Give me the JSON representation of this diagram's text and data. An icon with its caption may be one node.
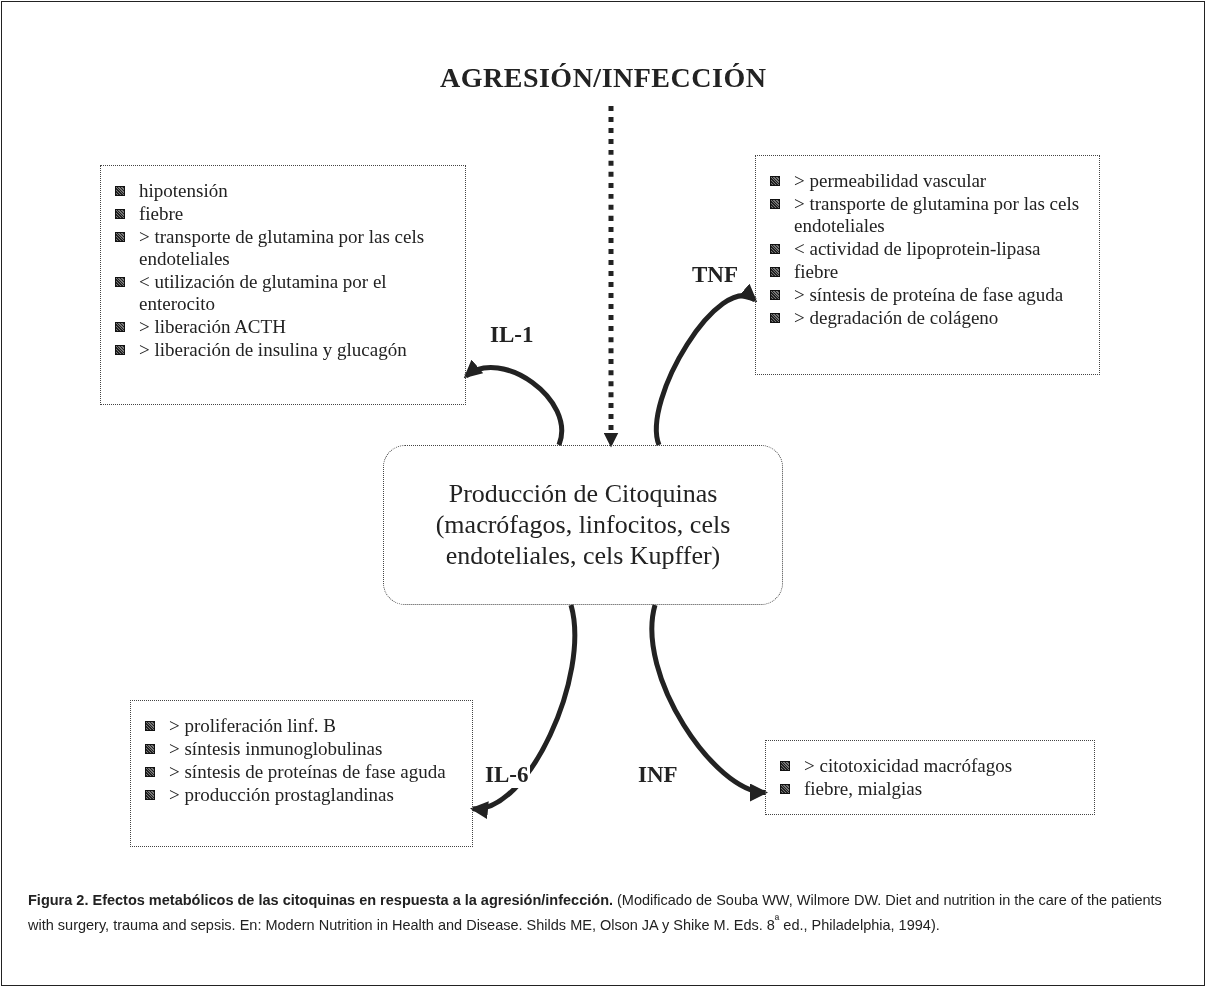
{
  "diagram": {
    "nodes": [
      {
        "text": [
          "AGRESIÓN/INFECCIÓN"
        ]
      },
      {
        "text": [
          "hipotensión",
          "fiebre",
          "> transporte de glutamina por las cels endoteliales",
          "< utilización de glutamina por el enterocito",
          "> liberación ACTH",
          "> liberación de insulina y glucagón"
        ]
      },
      {
        "text": [
          "> permeabilidad vascular",
          "> transporte de glutamina por las cels endoteliales",
          "< actividad de lipoprotein-lipasa",
          "fiebre",
          "> síntesis de proteína de fase aguda",
          "> degradación de colágeno"
        ]
      },
      {
        "text": [
          "Producción de Citoquinas",
          "(macrófagos, linfocitos, cels endoteliales, cels Kupffer)"
        ]
      },
      {
        "text": [
          "> proliferación linf. B",
          "> síntesis inmunoglobulinas",
          "> síntesis de proteínas de fase aguda",
          "> producción prostaglandinas"
        ]
      },
      {
        "text": [
          "> citotoxicidad macrófagos",
          "fiebre, mialgias"
        ]
      }
    ],
    "edges": [
      {
        "from": 0,
        "to": 3,
        "arrow": "to",
        "style": "dashed"
      },
      {
        "from": 3,
        "to": 1,
        "arrow": "to",
        "label": "IL-1"
      },
      {
        "from": 3,
        "to": 2,
        "arrow": "to",
        "label": "TNF"
      },
      {
        "from": 3,
        "to": 4,
        "arrow": "to",
        "label": "IL-6"
      },
      {
        "from": 3,
        "to": 5,
        "arrow": "to",
        "label": "INF"
      }
    ],
    "caption": "**Figura 2. Efectos metabólicos de las citoquinas en respuesta a la agresión/infección.** (Modificado de Souba WW, Wilmore DW. Diet and nutrition in the care of the patients with surgery, trauma and sepsis. En: Modern Nutrition in Health and Disease. Shilds ME, Olson JA y Shike M. Eds. 8$^{ª}$ ed., Philadelphia, 1994)."
  }
}
